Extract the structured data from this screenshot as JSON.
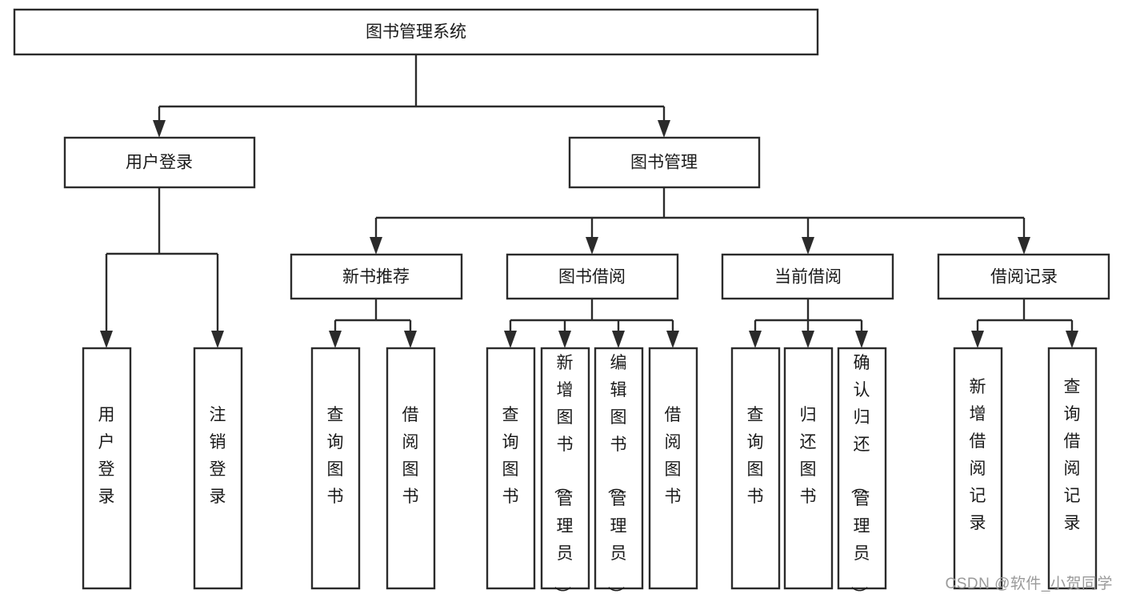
{
  "diagram": {
    "type": "tree-hierarchy",
    "title": "图书管理系统",
    "background_color": "#ffffff",
    "line_color": "#2b2b2b",
    "box_fill": "#ffffff",
    "text_color": "#1a1a1a",
    "root": {
      "id": "root",
      "label": "图书管理系统",
      "orientation": "horizontal"
    },
    "level1": [
      {
        "id": "user-login",
        "label": "用户登录",
        "orientation": "horizontal"
      },
      {
        "id": "book-management",
        "label": "图书管理",
        "orientation": "horizontal"
      }
    ],
    "level2": [
      {
        "id": "new-book-recommend",
        "label": "新书推荐",
        "orientation": "horizontal",
        "parent": "book-management"
      },
      {
        "id": "book-borrow",
        "label": "图书借阅",
        "orientation": "horizontal",
        "parent": "book-management"
      },
      {
        "id": "current-borrow",
        "label": "当前借阅",
        "orientation": "horizontal",
        "parent": "book-management"
      },
      {
        "id": "borrow-record",
        "label": "借阅记录",
        "orientation": "horizontal",
        "parent": "book-management"
      }
    ],
    "leaves": [
      {
        "id": "leaf-user-login",
        "label": "用户登录",
        "orientation": "vertical",
        "parent": "user-login"
      },
      {
        "id": "leaf-logout-login",
        "label": "注销登录",
        "orientation": "vertical",
        "parent": "user-login"
      },
      {
        "id": "leaf-query-book-1",
        "label": "查询图书",
        "orientation": "vertical",
        "parent": "new-book-recommend"
      },
      {
        "id": "leaf-borrow-book-1",
        "label": "借阅图书",
        "orientation": "vertical",
        "parent": "new-book-recommend"
      },
      {
        "id": "leaf-query-book-2",
        "label": "查询图书",
        "orientation": "vertical",
        "parent": "book-borrow"
      },
      {
        "id": "leaf-add-book-admin",
        "label": "新增图书（管理员）",
        "orientation": "vertical",
        "parent": "book-borrow"
      },
      {
        "id": "leaf-edit-book-admin",
        "label": "编辑图书（管理员）",
        "orientation": "vertical",
        "parent": "book-borrow"
      },
      {
        "id": "leaf-borrow-book-2",
        "label": "借阅图书",
        "orientation": "vertical",
        "parent": "book-borrow"
      },
      {
        "id": "leaf-query-book-3",
        "label": "查询图书",
        "orientation": "vertical",
        "parent": "current-borrow"
      },
      {
        "id": "leaf-return-book",
        "label": "归还图书",
        "orientation": "vertical",
        "parent": "current-borrow"
      },
      {
        "id": "leaf-confirm-return-admin",
        "label": "确认归还（管理员）",
        "orientation": "vertical",
        "parent": "current-borrow"
      },
      {
        "id": "leaf-add-borrow-record",
        "label": "新增借阅记录",
        "orientation": "vertical",
        "parent": "borrow-record"
      },
      {
        "id": "leaf-query-borrow-record",
        "label": "查询借阅记录",
        "orientation": "vertical",
        "parent": "borrow-record"
      }
    ]
  },
  "watermark": {
    "text": "CSDN @软件_小贺同学"
  }
}
